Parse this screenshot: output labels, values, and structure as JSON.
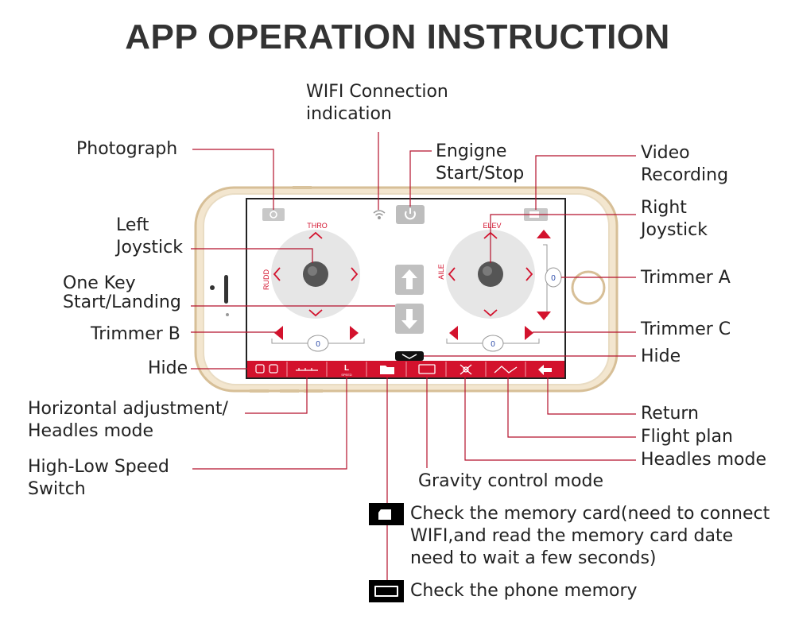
{
  "title": "APP OPERATION INSTRUCTION",
  "labels": {
    "wifi": [
      "WIFI Connection",
      "indication"
    ],
    "photograph": "Photograph",
    "engine": [
      "Engigne",
      "Start/Stop"
    ],
    "video": [
      "Video",
      "Recording"
    ],
    "left_joystick": [
      "Left",
      "Joystick"
    ],
    "right_joystick": [
      "Right",
      "Joystick"
    ],
    "one_key": [
      "One Key",
      "Start/Landing"
    ],
    "trimmer_a": "Trimmer A",
    "trimmer_b": "Trimmer  B",
    "trimmer_c": "Trimmer C",
    "hide_left": "Hide",
    "hide_right": "Hide",
    "horizontal": [
      "Horizontal adjustment/",
      "Headles mode"
    ],
    "high_low": [
      "High-Low Speed",
      "Switch"
    ],
    "return": "Return",
    "flight_plan": "Flight plan",
    "headles": "Headles mode",
    "gravity": "Gravity control mode",
    "memory_card": [
      "Check the memory card(need to connect",
      "WIFI,and read the memory card date",
      "need to wait a few seconds)"
    ],
    "phone_memory": "Check the phone memory"
  },
  "screen": {
    "thro": "THRO",
    "rudd": "RUDD",
    "elev": "ELEV",
    "aile": "AILE",
    "trim_b_value": "0",
    "trim_c_value": "0",
    "trim_a_value": "0",
    "speed_label": "L",
    "speed_sub": "SPEED"
  },
  "colors": {
    "accent": "#d3122d",
    "phone_frame": "#e8d6b8",
    "leader_line": "#b5122c"
  }
}
